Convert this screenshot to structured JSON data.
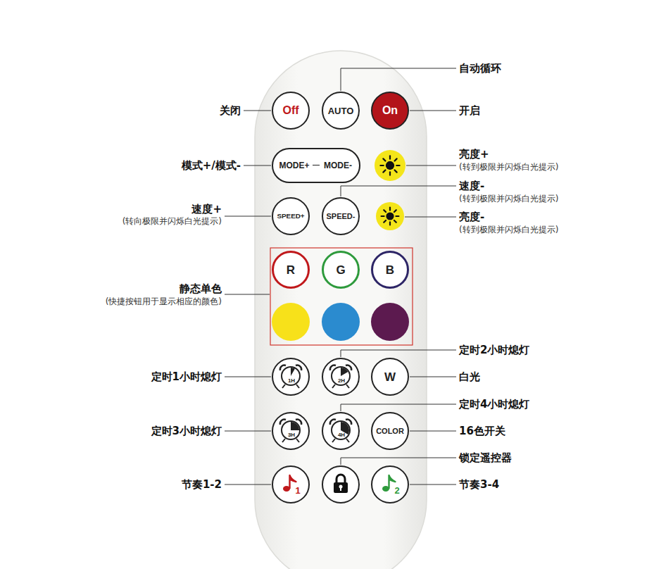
{
  "diagram": {
    "nodes": [
      {
        "text": [
          "Off"
        ]
      },
      {
        "text": [
          "AUTO"
        ]
      },
      {
        "text": [
          "On"
        ]
      },
      {
        "text": [
          "MODE+",
          "MODE-"
        ]
      },
      {
        "text": [
          "SPEED+"
        ]
      },
      {
        "text": [
          "SPEED-"
        ]
      },
      {
        "text": [
          "R"
        ]
      },
      {
        "text": [
          "G"
        ]
      },
      {
        "text": [
          "B"
        ]
      },
      {
        "text": [
          "1H"
        ]
      },
      {
        "text": [
          "2H"
        ]
      },
      {
        "text": [
          "W"
        ]
      },
      {
        "text": [
          "3H"
        ]
      },
      {
        "text": [
          "4H"
        ]
      },
      {
        "text": [
          "COLOR"
        ]
      },
      {
        "text": [
          "1"
        ]
      },
      {
        "text": [
          "2"
        ]
      }
    ],
    "labels": [
      "自动循环",
      "关闭",
      "开启",
      "模式+/模式-",
      "亮度+",
      "(转到极限并闪烁白光提示)",
      "速度-",
      "(转到极限并闪烁白光提示)",
      "速度+",
      "(转向极限并闪烁白光提示)",
      "亮度-",
      "(转到极限并闪烁白光提示)",
      "静态单色",
      "(快捷按钮用于显示相应的颜色)",
      "定时2小时熄灯",
      "定时1小时熄灯",
      "白光",
      "定时4小时熄灯",
      "定时3小时熄灯",
      "16色开关",
      "锁定遥控器",
      "节奏1-2",
      "节奏3-4"
    ]
  }
}
